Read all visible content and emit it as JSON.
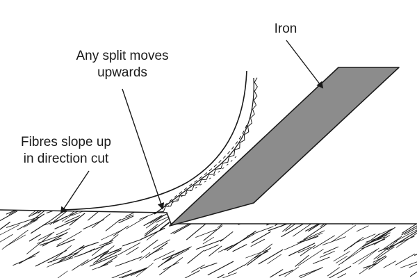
{
  "labels": {
    "iron": "Iron",
    "split": [
      "Any split moves",
      "upwards"
    ],
    "fibres": [
      "Fibres slope up",
      "in direction cut"
    ]
  },
  "colors": {
    "ink": "#1a1a1a",
    "iron_fill": "#8c8c8c",
    "background": "#ffffff"
  }
}
